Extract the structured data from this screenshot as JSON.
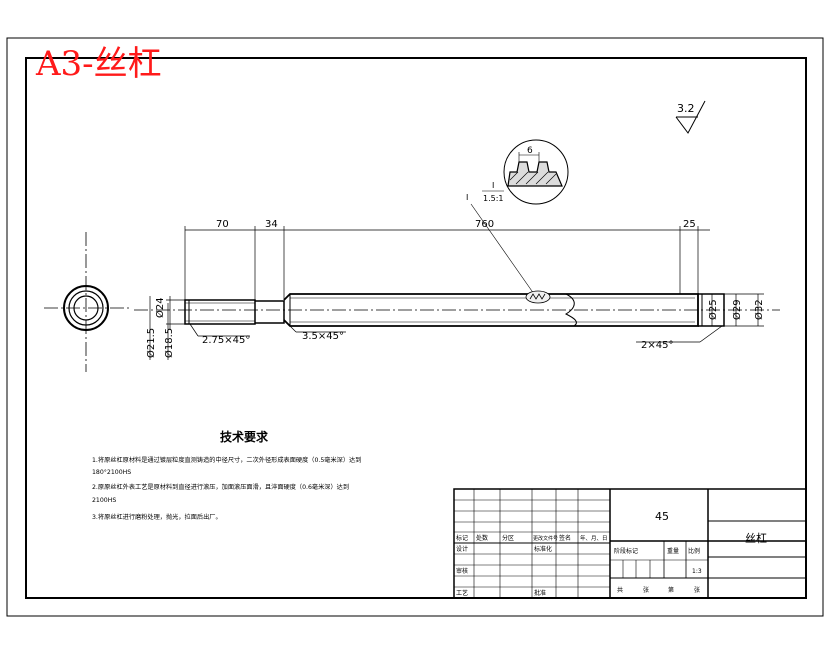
{
  "sheet": {
    "stamp_text": "A3-丝杠"
  },
  "surface_finish": {
    "value": "3.2"
  },
  "detail": {
    "marker": "I",
    "label_top": "I",
    "label_bottom": "1.5:1",
    "pitch_dim": "6"
  },
  "dimensions": {
    "len_70": "70",
    "len_34": "34",
    "len_760": "760",
    "len_25": "25",
    "dia_24": "Ø24",
    "dia_21_5": "Ø21.5",
    "dia_18_5": "Ø18.5",
    "chamfer_left": "2.75×45°",
    "chamfer_mid": "3.5×45°",
    "chamfer_right": "2×45°",
    "dia_r25": "Ø25",
    "dia_r29": "Ø29",
    "dia_r32": "Ø32"
  },
  "technical_requirements": {
    "title": "技术要求",
    "items": [
      "1.将原丝杠原材料是通过镀层粒度直测铸造的中径尺寸，二次外径形成表面硬度（0.5毫米深）达到",
      "180°2100HS",
      "2.原原丝杠外表工艺是原材料到直径进行滚压，加面滚压面滑，且淬面硬度（0.6毫米深）达到",
      "2100HS",
      "3.将原丝杠进行磨粉处理，抛光，拉面后出厂。"
    ]
  },
  "title_block": {
    "material": "45",
    "part_name": "丝杠",
    "scale": "1:3",
    "row_headers": [
      "标记",
      "处数",
      "分区",
      "更改文件号",
      "签名",
      "年、月、日"
    ],
    "design_label": "设计",
    "standard_label": "标准化",
    "review_label": "审核",
    "process_label": "工艺",
    "approve_label": "批准",
    "stage_label": "阶段标记",
    "weight_label": "重量",
    "scale_label": "比例",
    "sheets_label": [
      "共",
      "张",
      "第",
      "张"
    ]
  }
}
